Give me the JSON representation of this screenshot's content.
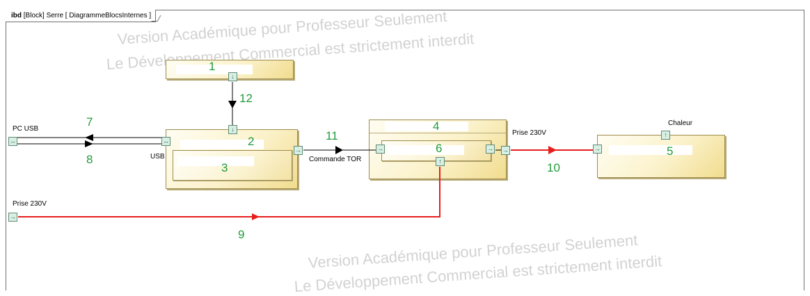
{
  "diagram": {
    "header": {
      "kind": "ibd",
      "path": "[Block] Serre [ DiagrammeBlocsInternes ]"
    },
    "watermark": {
      "line1": "Version Académique pour Professeur Seulement",
      "line2": "Le Développement Commercial est strictement interdit"
    },
    "numbers": [
      "1",
      "2",
      "3",
      "4",
      "5",
      "6",
      "7",
      "8",
      "9",
      "10",
      "11",
      "12"
    ],
    "labels": {
      "pc_usb": "PC USB",
      "usb": "USB",
      "prise_left": "Prise 230V",
      "commande_tor": "Commande TOR",
      "prise_right": "Prise 230V",
      "chaleur": "Chaleur"
    },
    "port_glyphs": {
      "in": "→",
      "bidir": "↔",
      "down": "↓",
      "up": "↑"
    },
    "colors": {
      "flow_power": "#e61e1e",
      "connector": "#000000",
      "annotation": "#1f9b3a"
    }
  }
}
